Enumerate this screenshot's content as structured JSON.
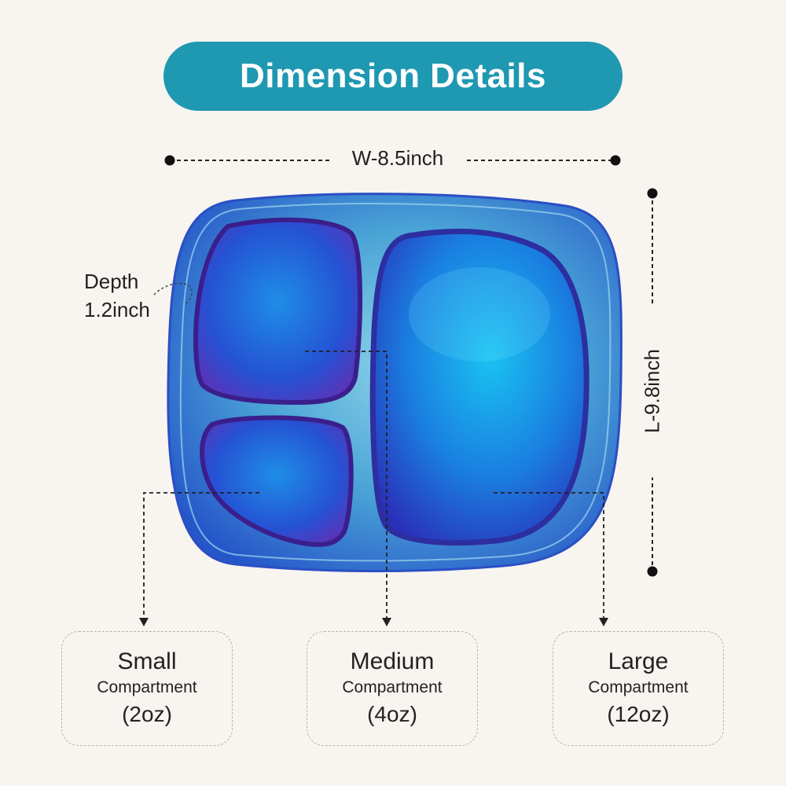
{
  "header": {
    "title": "Dimension Details"
  },
  "dimensions": {
    "width": "W-8.5inch",
    "length": "L-9.8inch",
    "depth_line1": "Depth",
    "depth_line2": "1.2inch"
  },
  "compartments": [
    {
      "size": "Small",
      "word": "Compartment",
      "capacity": "(2oz)"
    },
    {
      "size": "Medium",
      "word": "Compartment",
      "capacity": "(4oz)"
    },
    {
      "size": "Large",
      "word": "Compartment",
      "capacity": "(12oz)"
    }
  ],
  "colors": {
    "accent": "#1f98b1",
    "background": "#f8f4ef",
    "plate_blue": "#1f5fd8",
    "plate_purple": "#7a2fb5"
  }
}
